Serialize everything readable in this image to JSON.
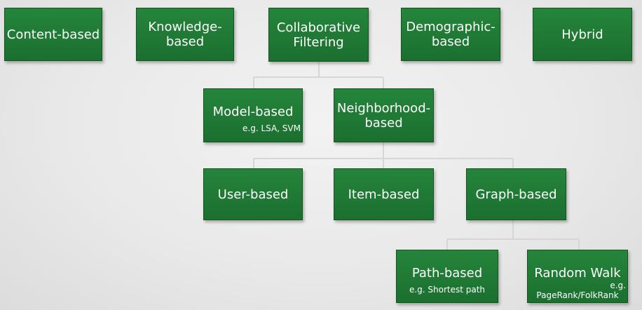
{
  "top_row": {
    "content_based": "Content-based",
    "knowledge_based": [
      "Knowledge-",
      "based"
    ],
    "collaborative_filtering": [
      "Collaborative",
      "Filtering"
    ],
    "demographic_based": [
      "Demographic-",
      "based"
    ],
    "hybrid": "Hybrid"
  },
  "cf_children": {
    "model_based": "Model-based",
    "model_based_example": "e.g. LSA, SVM",
    "neighborhood_based": [
      "Neighborhood-",
      "based"
    ]
  },
  "neighborhood_children": {
    "user_based": "User-based",
    "item_based": "Item-based",
    "graph_based": "Graph-based"
  },
  "graph_children": {
    "path_based": "Path-based",
    "path_based_example": "e.g. Shortest path",
    "random_walk": "Random Walk",
    "random_walk_example": [
      "e.g.",
      "PageRank/FolkRank"
    ]
  },
  "colors": {
    "box_green": "#1f7a35",
    "connector": "#d6d6d6",
    "background": "#ebebeb"
  }
}
